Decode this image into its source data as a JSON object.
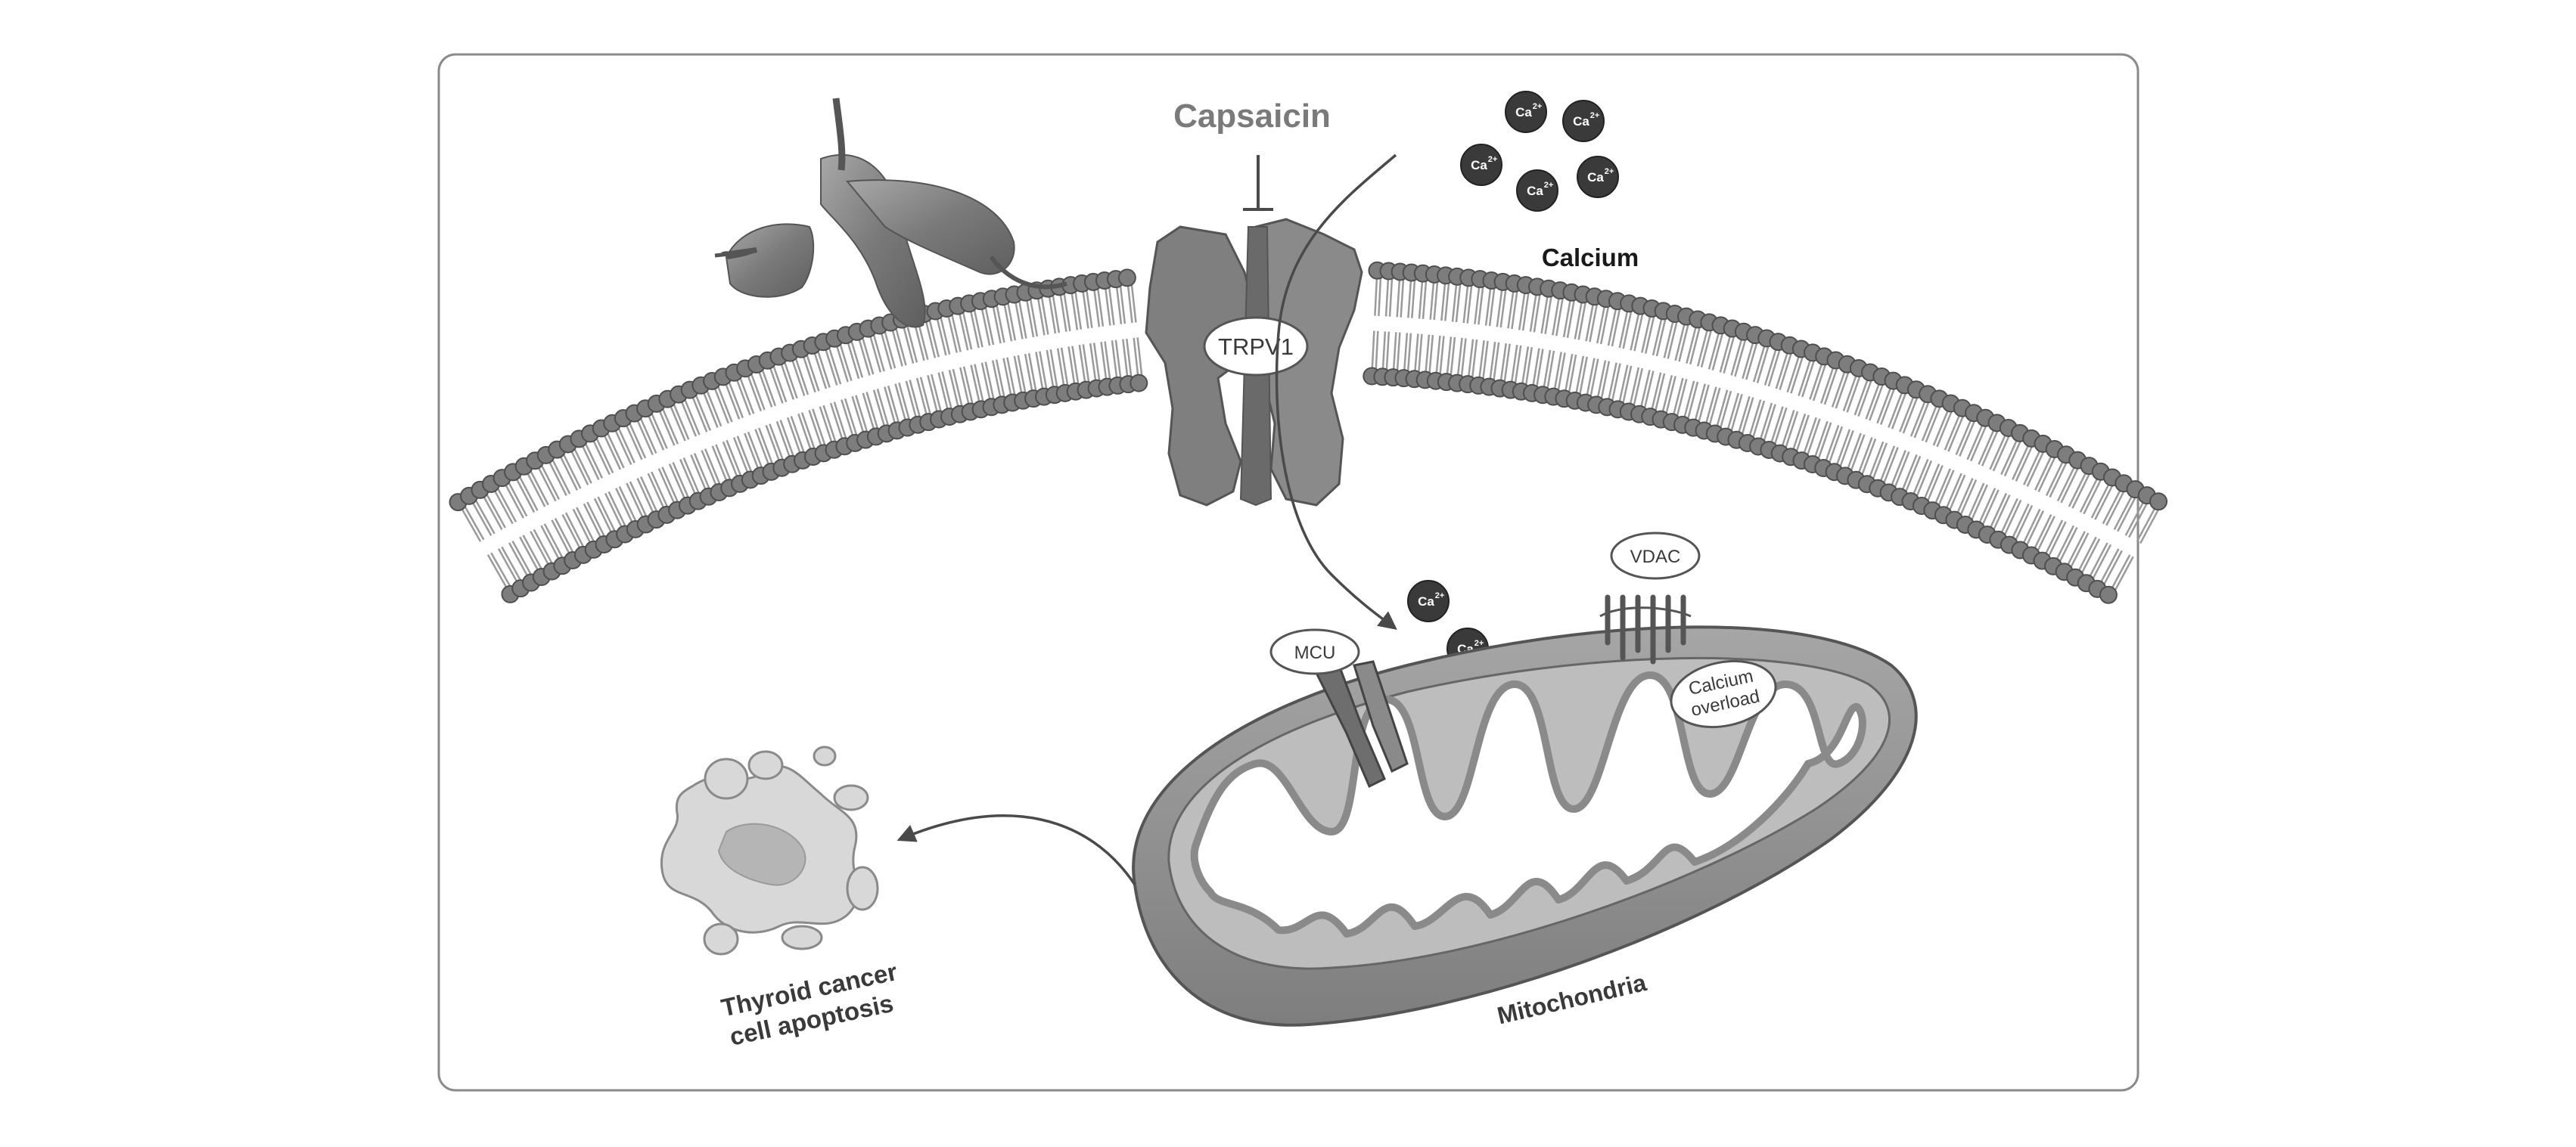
{
  "labels": {
    "capsaicin": "Capsaicin",
    "calcium": "Calcium",
    "trpv1": "TRPV1",
    "vdac": "VDAC",
    "mcu": "MCU",
    "calcium_overload_line1": "Calcium",
    "calcium_overload_line2": "overload",
    "mitochondria": "Mitochondria",
    "apoptosis_line1": "Thyroid cancer",
    "apoptosis_line2": "cell apoptosis"
  },
  "ion": {
    "symbol": "Ca",
    "charge": "2+"
  },
  "colors": {
    "frame": "#8a8a8a",
    "membrane_head": "#7d7d7d",
    "membrane_tail": "#9a9a9a",
    "channel": "#7f7f7f",
    "ion": "#3a3a3a",
    "mito_outer": "#8c8c8c",
    "mito_inner": "#b5b5b5",
    "cell_fragment": "#d8d8d8"
  }
}
